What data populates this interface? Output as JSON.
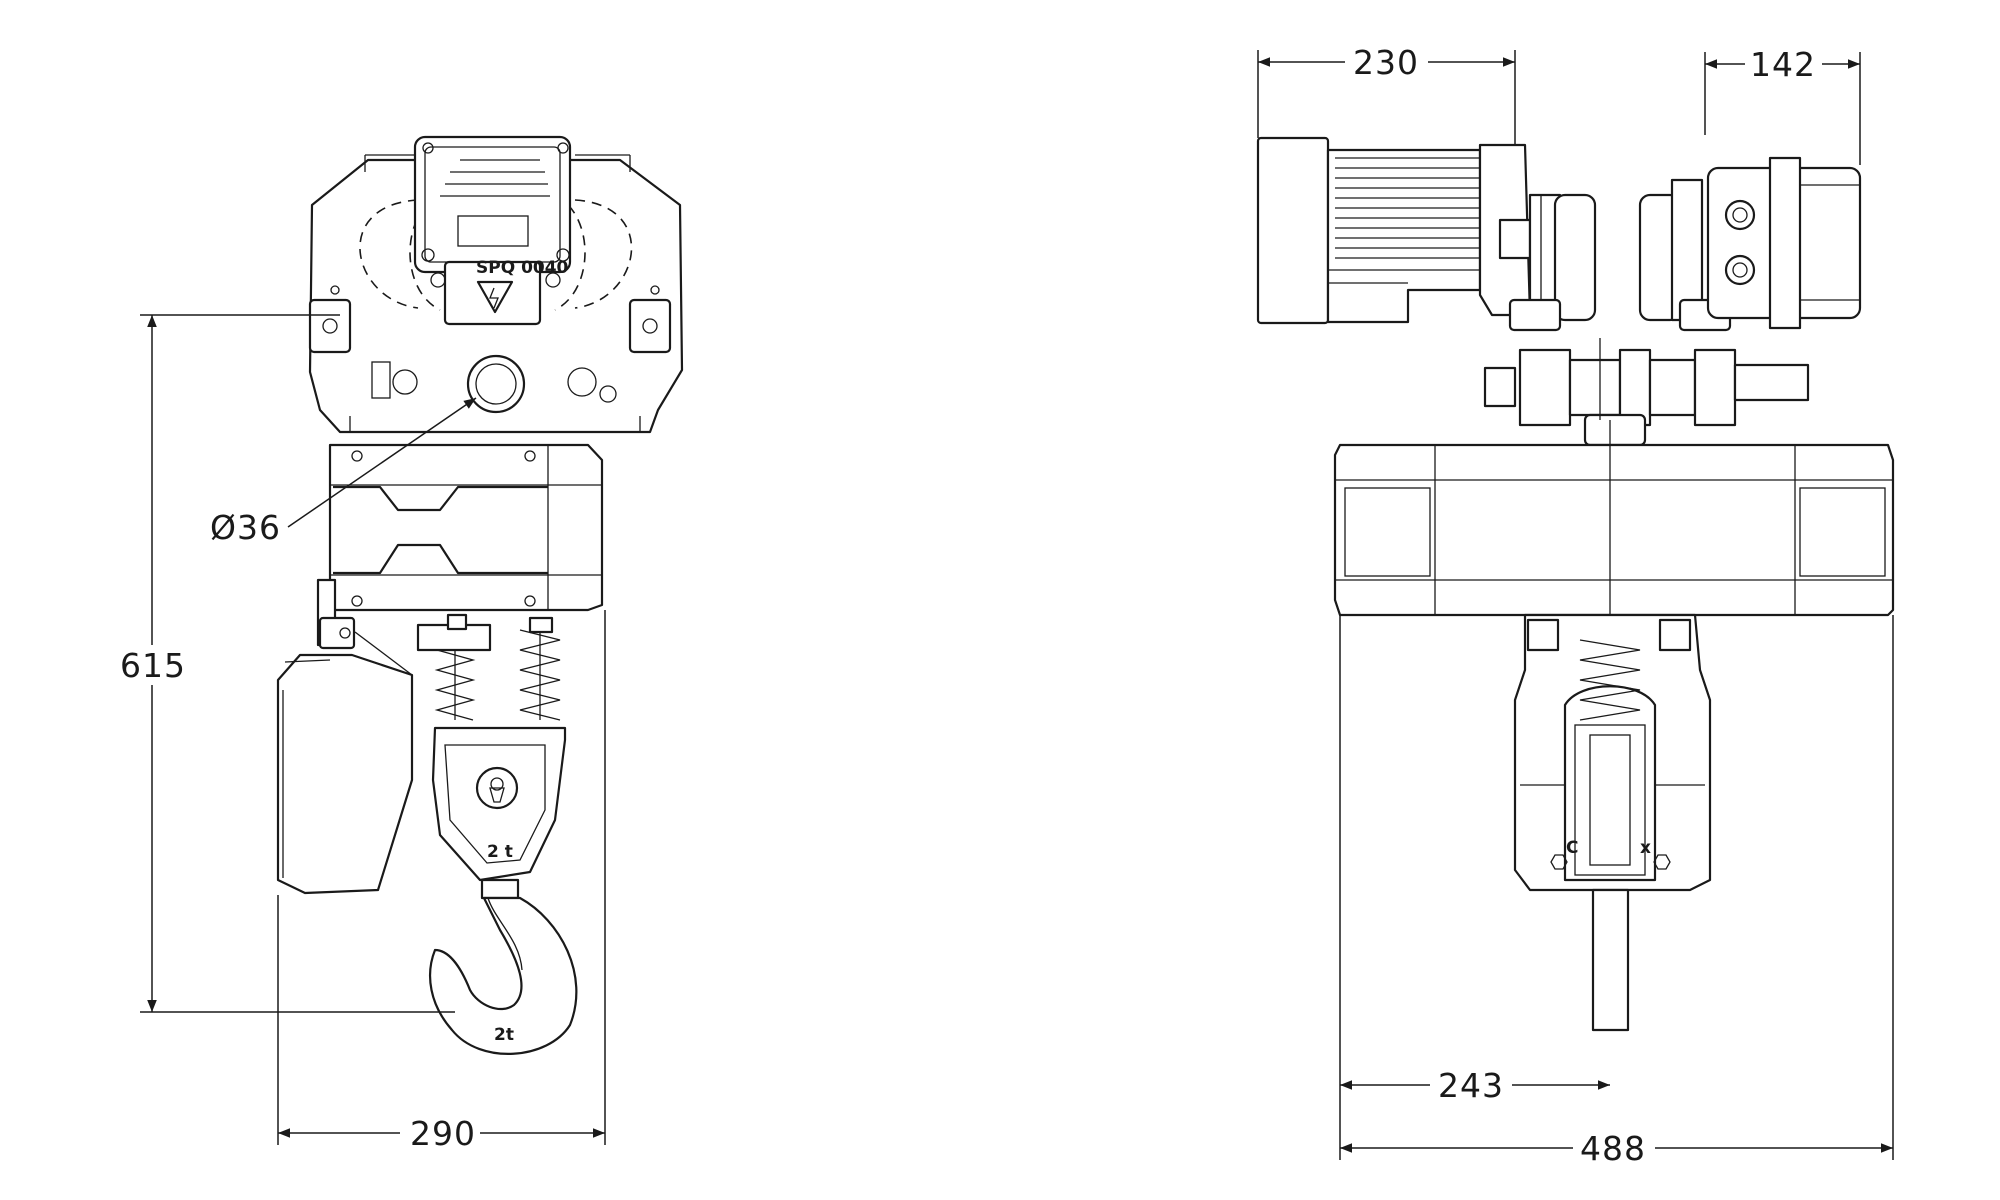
{
  "front_view": {
    "dimensions": {
      "overall_height": "615",
      "overall_width": "290",
      "bore_diameter": "Ø36"
    },
    "load_block_marking": "2 t",
    "hook_marking": "2t"
  },
  "side_view": {
    "dimensions": {
      "motor_length": "230",
      "gearbox_length": "142",
      "centre_offset": "243",
      "overall_width": "488"
    }
  },
  "colors": {
    "line": "#1a1a1a",
    "background": "#ffffff"
  }
}
